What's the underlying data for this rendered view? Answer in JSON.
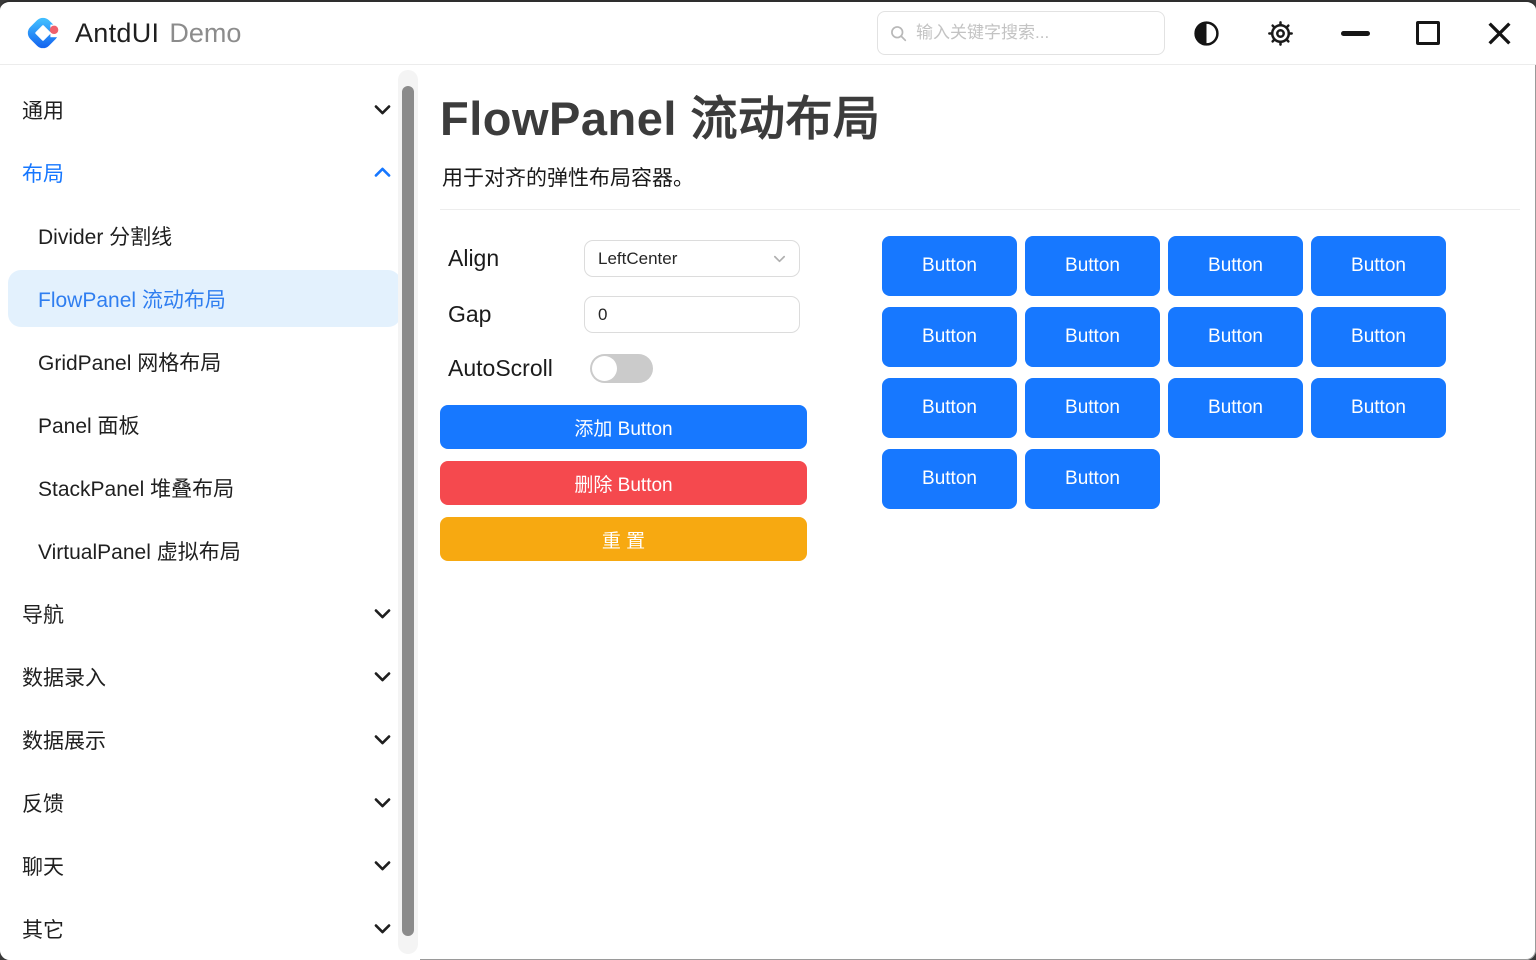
{
  "header": {
    "brand": "AntdUI",
    "brand_suffix": "Demo",
    "search_placeholder": "输入关键字搜索..."
  },
  "sidebar": {
    "items": [
      {
        "label": "通用",
        "type": "group",
        "chevron": "down"
      },
      {
        "label": "布局",
        "type": "group-active",
        "chevron": "up"
      },
      {
        "label": "Divider 分割线",
        "type": "child"
      },
      {
        "label": "FlowPanel 流动布局",
        "type": "child-selected"
      },
      {
        "label": "GridPanel 网格布局",
        "type": "child"
      },
      {
        "label": "Panel 面板",
        "type": "child"
      },
      {
        "label": "StackPanel 堆叠布局",
        "type": "child"
      },
      {
        "label": "VirtualPanel 虚拟布局",
        "type": "child"
      },
      {
        "label": "导航",
        "type": "group",
        "chevron": "down"
      },
      {
        "label": "数据录入",
        "type": "group",
        "chevron": "down"
      },
      {
        "label": "数据展示",
        "type": "group",
        "chevron": "down"
      },
      {
        "label": "反馈",
        "type": "group",
        "chevron": "down"
      },
      {
        "label": "聊天",
        "type": "group",
        "chevron": "down"
      },
      {
        "label": "其它",
        "type": "group",
        "chevron": "down"
      }
    ]
  },
  "main": {
    "title": "FlowPanel 流动布局",
    "subtitle": "用于对齐的弹性布局容器。",
    "controls": {
      "align_label": "Align",
      "align_value": "LeftCenter",
      "gap_label": "Gap",
      "gap_value": "0",
      "autoscroll_label": "AutoScroll",
      "autoscroll_state": "off",
      "add_label": "添加 Button",
      "delete_label": "删除 Button",
      "reset_label": "重 置"
    },
    "flow": {
      "button_label": "Button",
      "count": 14
    }
  },
  "colors": {
    "primary": "#1778ff",
    "danger": "#f5494e",
    "warning": "#f7a911",
    "selected_bg": "#e3f1fd",
    "selected_text": "#1677ff"
  }
}
